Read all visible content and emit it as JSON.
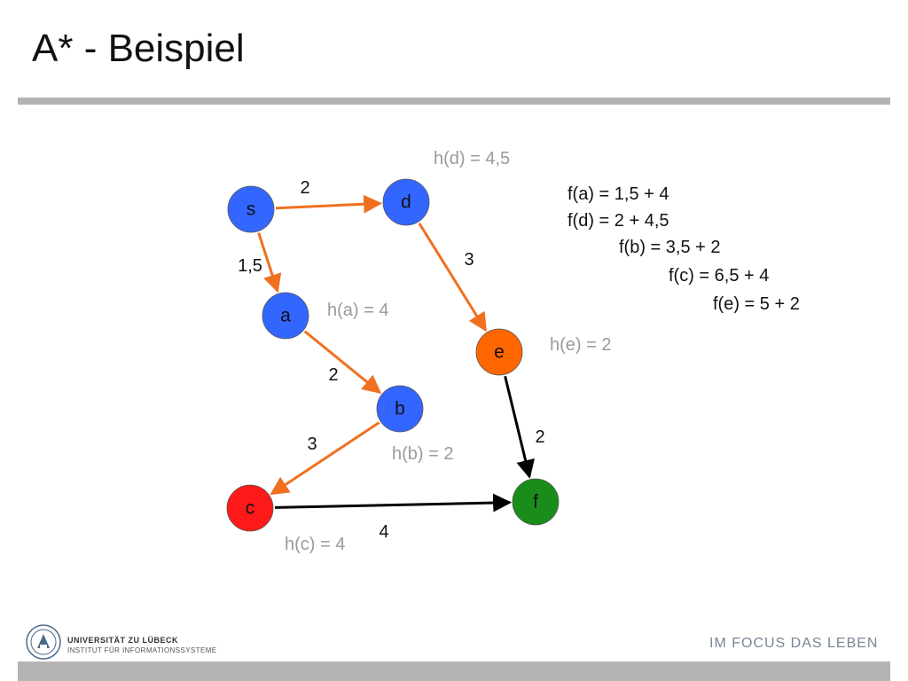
{
  "slide": {
    "title": "A* - Beispiel"
  },
  "graph": {
    "nodes": [
      {
        "id": "s",
        "label": "s",
        "color": "#3366ff"
      },
      {
        "id": "d",
        "label": "d",
        "color": "#3366ff"
      },
      {
        "id": "a",
        "label": "a",
        "color": "#3366ff"
      },
      {
        "id": "b",
        "label": "b",
        "color": "#3366ff"
      },
      {
        "id": "e",
        "label": "e",
        "color": "#ff6600"
      },
      {
        "id": "c",
        "label": "c",
        "color": "#ff1a1a"
      },
      {
        "id": "f",
        "label": "f",
        "color": "#1a8c1a"
      }
    ],
    "edges": [
      {
        "from": "s",
        "to": "d",
        "weight": "2",
        "color": "#f07020"
      },
      {
        "from": "s",
        "to": "a",
        "weight": "1,5",
        "color": "#f07020"
      },
      {
        "from": "d",
        "to": "e",
        "weight": "3",
        "color": "#f07020"
      },
      {
        "from": "a",
        "to": "b",
        "weight": "2",
        "color": "#f07020"
      },
      {
        "from": "b",
        "to": "c",
        "weight": "3",
        "color": "#f07020"
      },
      {
        "from": "e",
        "to": "f",
        "weight": "2",
        "color": "#000000"
      },
      {
        "from": "c",
        "to": "f",
        "weight": "4",
        "color": "#000000"
      }
    ],
    "heuristics": [
      {
        "node": "d",
        "text": "h(d) = 4,5"
      },
      {
        "node": "a",
        "text": "h(a) = 4"
      },
      {
        "node": "e",
        "text": "h(e) = 2"
      },
      {
        "node": "b",
        "text": "h(b) = 2"
      },
      {
        "node": "c",
        "text": "h(c) = 4"
      }
    ]
  },
  "f_values": [
    "f(a) = 1,5 + 4",
    "f(d) = 2 + 4,5",
    "f(b) = 3,5 + 2",
    "f(c) = 6,5 + 4",
    "f(e) = 5 + 2"
  ],
  "footer": {
    "university": "UNIVERSITÄT ZU LÜBECK",
    "institute": "INSTITUT FÜR INFORMATIONSSYSTEME",
    "slogan": "IM FOCUS DAS LEBEN"
  }
}
